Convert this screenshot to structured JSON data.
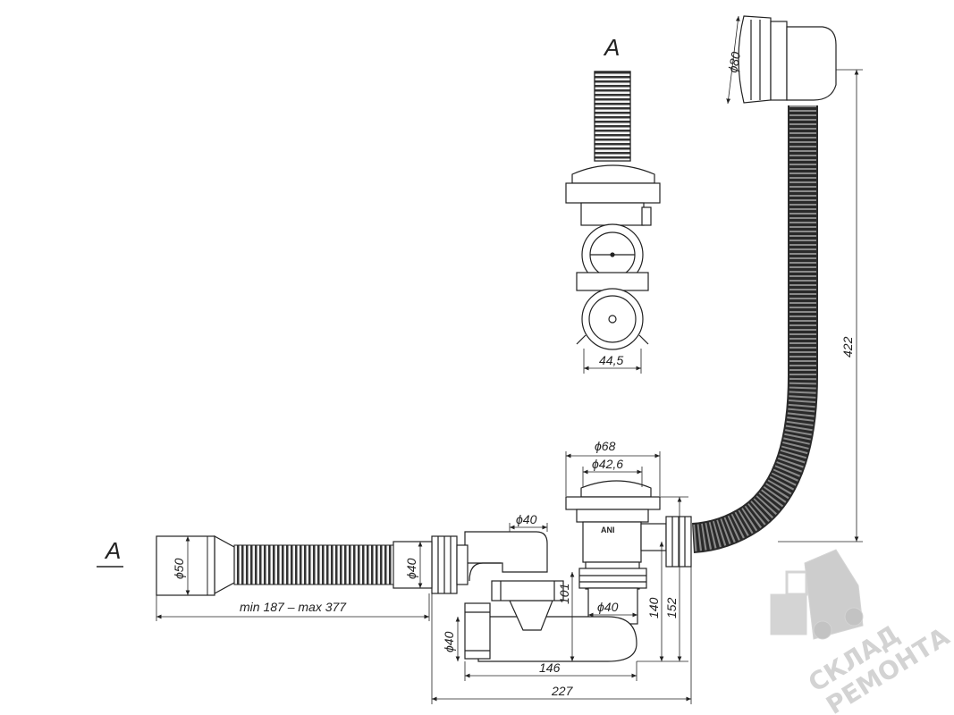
{
  "view_labels": {
    "section_a_top": "A",
    "section_a_left": "A"
  },
  "dimensions": {
    "d80": "ϕ80",
    "h422": "422",
    "w44_5": "44,5",
    "d68": "ϕ68",
    "d42_6": "ϕ42,6",
    "d40_top": "ϕ40",
    "d40_mid": "ϕ40",
    "d40_left": "ϕ40",
    "d40_bottom": "ϕ40",
    "d50": "ϕ50",
    "length_range": "min 187 – max 377",
    "h101": "101",
    "h140": "140",
    "h152": "152",
    "w146": "146",
    "w227": "227"
  },
  "watermark": {
    "line1": "СКЛАД",
    "line2": "РЕМОНТА"
  },
  "colors": {
    "line": "#222222",
    "hose": "#2a2a2a",
    "watermark": "#cfcfcf"
  }
}
